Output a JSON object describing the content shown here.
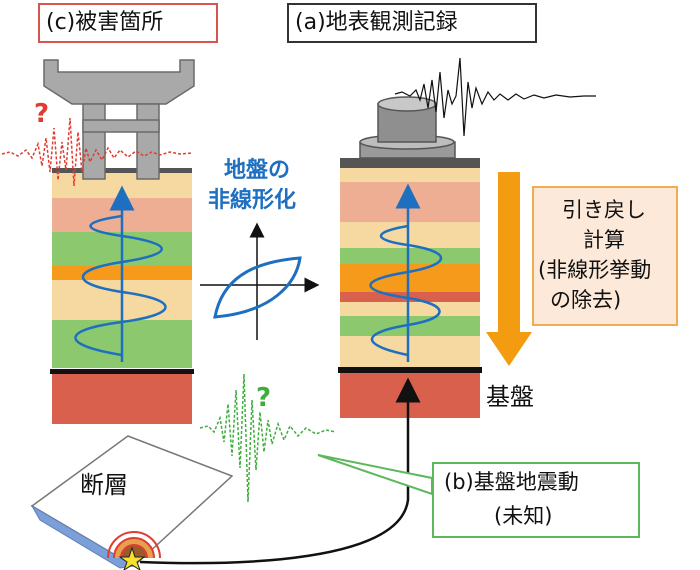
{
  "labels": {
    "damage_site": "(c)被害箇所",
    "surface_record": "(a)地表観測記録",
    "nonlinear_line1": "地盤の",
    "nonlinear_line2": "非線形化",
    "deconv_line1": "引き戻し",
    "deconv_line2": "計算",
    "deconv_line3": "(非線形挙動",
    "deconv_line4": "の除去)",
    "bedrock": "基盤",
    "bedrock_motion_line1": "(b)基盤地震動",
    "bedrock_motion_line2": "(未知)",
    "fault": "断層",
    "unknown_mark": "?"
  },
  "colors": {
    "damage_frame": "#d9534f",
    "motion_frame": "#5cb85c",
    "deconv_frame": "#f0ad4e",
    "deconv_fill": "#fde9d9",
    "accent_blue": "#1f6fc1",
    "arrow_orange": "#f39c12",
    "wave_red": "#e03c31",
    "wave_green": "#3cae3c",
    "bedrock_red": "#d9604c",
    "soil_tan": "#f5d9a0",
    "soil_pink": "#eeae93",
    "soil_green": "#8cc86e",
    "soil_orange": "#f59a1b",
    "pier_gray": "#a9a9a9",
    "fault_blue": "#7b9fd8"
  },
  "icons": [
    "epicenter-star-icon",
    "hysteresis-loop-icon",
    "bridge-pier-icon",
    "building-icon"
  ]
}
